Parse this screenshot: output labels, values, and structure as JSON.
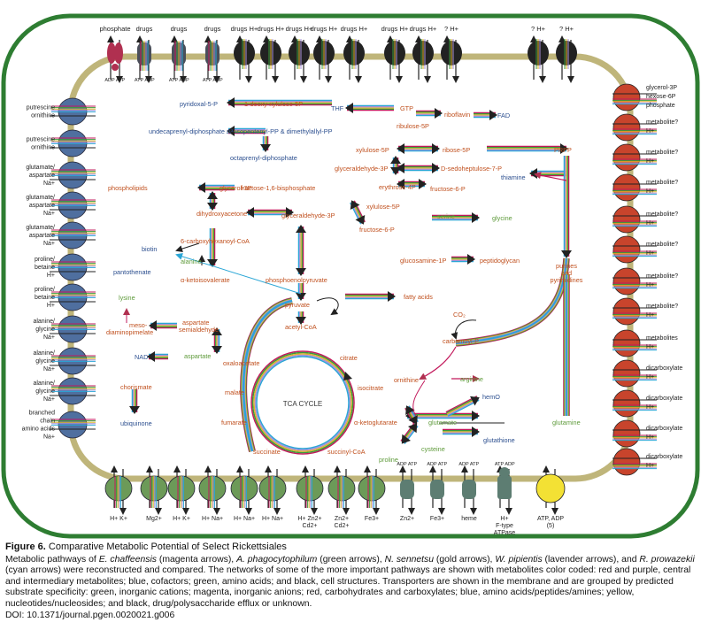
{
  "colors": {
    "cell_border": "#2e7d32",
    "membrane": "#bfb57a",
    "metabolite_red": "#c0501e",
    "cofactor_blue": "#2c4f8f",
    "amino_green": "#5e9a3a",
    "transporter_blue": "#4f6f9f",
    "transporter_red": "#c8442c",
    "transporter_green": "#6c9a58",
    "transporter_black": "#222222",
    "transporter_yellow": "#f3e134",
    "transporter_magenta": "#b03050",
    "arrow_magenta": "#c2185b",
    "arrow_green": "#3b9a3b",
    "arrow_gold": "#e2b42a",
    "arrow_lavender": "#a990d8",
    "arrow_cyan": "#2aa6d6"
  },
  "top_transporters": [
    {
      "label": "phosphate",
      "sub1": "ADP",
      "sub2": "ATP",
      "kind": "magenta"
    },
    {
      "label": "drugs",
      "sub1": "ATP",
      "sub2": "ADP",
      "kind": "abc"
    },
    {
      "label": "drugs",
      "sub1": "ATP",
      "sub2": "ADP",
      "kind": "abc"
    },
    {
      "label": "drugs",
      "sub1": "ATP",
      "sub2": "ADP",
      "kind": "abc"
    },
    {
      "label": "drugs  H+",
      "kind": "black"
    },
    {
      "label": "drugs H+",
      "kind": "black"
    },
    {
      "label": "drugs H+",
      "kind": "black"
    },
    {
      "label": "drugs H+",
      "kind": "black"
    },
    {
      "label": "drugs H+",
      "kind": "black"
    },
    {
      "label": "drugs H+",
      "kind": "black"
    },
    {
      "label": "drugs H+",
      "kind": "black"
    },
    {
      "label": "?  H+",
      "kind": "black"
    },
    {
      "label": "?  H+",
      "kind": "black"
    },
    {
      "label": "?  H+",
      "kind": "black"
    }
  ],
  "left_transporters": [
    {
      "line1": "putrescine",
      "line2": "ornithine"
    },
    {
      "line1": "putrescine",
      "line2": "ornithine"
    },
    {
      "line1": "glutamate/",
      "line2": "aspartate",
      "line3": "Na+"
    },
    {
      "line1": "glutamate/",
      "line2": "aspartate",
      "line3": "Na+"
    },
    {
      "line1": "glutamate/",
      "line2": "aspartate",
      "line3": "Na+"
    },
    {
      "line1": "proline/",
      "line2": "betaine",
      "line3": "H+"
    },
    {
      "line1": "proline/",
      "line2": "betaine",
      "line3": "H+"
    },
    {
      "line1": "alanine/",
      "line2": "glycine",
      "line3": "Na+"
    },
    {
      "line1": "alanine/",
      "line2": "glycine",
      "line3": "Na+"
    },
    {
      "line1": "alanine/",
      "line2": "glycine",
      "line3": "Na+"
    },
    {
      "line1": "branched",
      "line2": "chain",
      "line3": "amino acids",
      "line4": "Na+"
    }
  ],
  "right_transporters": [
    {
      "line1": "glycerol-3P",
      "line2": "hexose-6P",
      "line3": "phosphate"
    },
    {
      "line1": "metabolite?",
      "line2": "H+"
    },
    {
      "line1": "metabolite?",
      "line2": "H+"
    },
    {
      "line1": "metabolite?",
      "line2": "H+"
    },
    {
      "line1": "metabolite?",
      "line2": "H+"
    },
    {
      "line1": "metabolite?",
      "line2": "H+"
    },
    {
      "line1": "metabolite?",
      "line2": "H+"
    },
    {
      "line1": "metabolite?",
      "line2": "H+"
    },
    {
      "line1": "metabolites",
      "line2": "H+"
    },
    {
      "line1": "dicarboxylate",
      "line2": "H+"
    },
    {
      "line1": "dicarboxylate",
      "line2": "H+"
    },
    {
      "line1": "dicarboxylate",
      "line2": "H+"
    },
    {
      "line1": "dicarboxylate",
      "line2": "H+"
    }
  ],
  "bottom_transporters": [
    {
      "label": "H+  K+",
      "kind": "green"
    },
    {
      "label": "Mg2+",
      "kind": "green"
    },
    {
      "label": "H+  K+",
      "kind": "green"
    },
    {
      "label": "H+ Na+",
      "kind": "green"
    },
    {
      "label": "H+ Na+",
      "kind": "green"
    },
    {
      "label": "H+ Na+",
      "kind": "green"
    },
    {
      "label": "H+  Zn2+",
      "label2": "Cd2+",
      "kind": "green"
    },
    {
      "label": "Zn2+",
      "label2": "Cd2+",
      "kind": "green"
    },
    {
      "label": "Fe3+",
      "kind": "green"
    },
    {
      "label": "Zn2+",
      "kind": "abc",
      "top1": "ADP",
      "top2": "ATP"
    },
    {
      "label": "Fe3+",
      "kind": "abc",
      "top1": "ADP",
      "top2": "ATP"
    },
    {
      "label": "heme",
      "kind": "abc",
      "top1": "ADP",
      "top2": "ATP"
    },
    {
      "label": "H+",
      "label2": "F-type",
      "label3": "ATPase",
      "kind": "atpase",
      "top1": "ATP",
      "top2": "ADP"
    },
    {
      "label": "ATP, ADP",
      "label2": "(5)",
      "kind": "yellow"
    }
  ],
  "metabolites": {
    "pyridoxal_5p": "pyridoxal-5-P",
    "deoxy_xylulose": "1-deoxy-xylulose-5P",
    "undecaprenyl": "undecaprenyl-diphosphate",
    "isopentenyl": "Δ³-isopentenyl-PP & dimethylallyl-PP",
    "octaprenyl": "octaprenyl-diphosphate",
    "thf": "THF",
    "gtp": "GTP",
    "riboflavin": "riboflavin",
    "fad": "FAD",
    "ribulose_5p": "ribulose-5P",
    "xylulose_5p_a": "xylulose-5P",
    "ribose_5p": "ribose-5P",
    "prpp": "PRPP",
    "glyceraldehyde_3p_a": "glyceraldehyde-3P",
    "sedoheptulose": "D-sedoheptulose-7-P",
    "erythrose": "erythrose-4P",
    "fructose_6p_a": "fructose-6-P",
    "thiamine": "thiamine",
    "phospholipids": "phospholipids",
    "glycerol_3p": "glycerol-3P",
    "fructose_bp": "fructose-1,6-bisphosphate",
    "dhap": "dihydroxyacetone",
    "glyceraldehyde_3p_b": "glyceraldehyde-3P",
    "xylulose_5p_b": "xylulose-5P",
    "fructose_6p_b": "fructose-6-P",
    "serine": "serine",
    "glycine": "glycine",
    "biotin": "biotin",
    "carboxyhexanoyl": "6-carboxyhexanoyl-CoA",
    "alanine": "alanine",
    "pantothenate": "pantothenate",
    "ketoisovalerate": "α-ketoisovalerate",
    "glucosamine": "glucosamine-1P",
    "peptidoglycan": "peptidoglycan",
    "purines_l1": "purines",
    "purines_l2": "and",
    "purines_l3": "pyrimidines",
    "pep": "phosphoenolpyruvate",
    "lysine": "lysine",
    "pyruvate": "pyruvate",
    "fatty_acids": "fatty acids",
    "meso_l1": "meso-",
    "meso_l2": "diaminopimelate",
    "asp_semi_l1": "aspartate",
    "asp_semi_l2": "semialdehyde",
    "acetyl_coa": "acetyl-CoA",
    "co2": "CO₂",
    "carbamoyl": "carbamoyl-P",
    "nad": "NAD",
    "aspartate": "aspartate",
    "oxaloacetate": "oxaloacetate",
    "citrate": "citrate",
    "malate": "malate",
    "isocitrate": "isocitrate",
    "tca": "TCA CYCLE",
    "ornithine": "ornithine",
    "arginine": "arginine",
    "chorismate": "chorismate",
    "hemo": "hemO",
    "fumarate": "fumarate",
    "ketoglutarate": "α-ketoglutarate",
    "glutamate": "glutamate",
    "glutamine": "glutamine",
    "ubiquinone": "ubiquinone",
    "succinate": "succinate",
    "succinyl_coa": "succinyl-CoA",
    "cysteine": "cysteine",
    "glutathione": "glutathione",
    "proline": "proline"
  },
  "caption": {
    "label": "Figure 6.",
    "title": "Comparative Metabolic Potential of Select Rickettsiales",
    "line_a": "Metabolic pathways of ",
    "org1": "E. chaffeensis",
    "org1_note": " (magenta arrows), ",
    "org2": "A. phagocytophilum",
    "org2_note": " (green arrows), ",
    "org3": "N. sennetsu",
    "org3_note": " (gold arrows), ",
    "org4": "W. pipientis",
    "org4_note": " (lavender arrows), and ",
    "org5": "R. prowazekii",
    "org5_note": " (cyan arrows) were reconstructed and compared. The networks of some of the more important pathways are shown with metabolites color coded: red and purple, central and intermediary metabolites; blue, cofactors; green, amino acids; and black, cell structures. Transporters are shown in the membrane and are grouped by predicted substrate specificity: green, inorganic cations; magenta, inorganic anions; red, carbohydrates and carboxylates; blue, amino acids/peptides/amines; yellow, nucleotides/nucleosides; and black, drug/polysaccharide efflux or unknown.",
    "doi": "DOI: 10.1371/journal.pgen.0020021.g006"
  }
}
